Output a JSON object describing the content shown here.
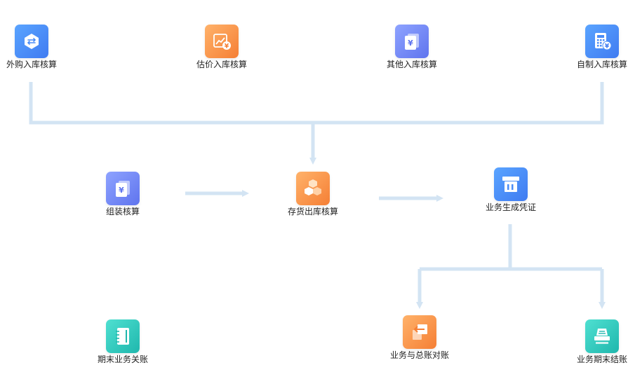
{
  "nodes": {
    "wai_gou": {
      "label": "外购入库核算",
      "icon": "exchange-hexagon-icon"
    },
    "gu_jia": {
      "label": "估价入库核算",
      "icon": "chart-yen-icon"
    },
    "qi_ta": {
      "label": "其他入库核算",
      "icon": "document-yen-icon"
    },
    "zi_zhi": {
      "label": "自制入库核算",
      "icon": "calculator-yen-icon"
    },
    "zu_zhuang": {
      "label": "组装核算",
      "icon": "document-yen-icon"
    },
    "cun_huo": {
      "label": "存货出库核算",
      "icon": "boxes-icon"
    },
    "sheng_cheng": {
      "label": "业务生成凭证",
      "icon": "voucher-printer-icon"
    },
    "guan_zhang": {
      "label": "期末业务关账",
      "icon": "notebook-icon"
    },
    "dui_zhang": {
      "label": "业务与总账对账",
      "icon": "arrow-compare-icon"
    },
    "jie_zhang": {
      "label": "业务期末结账",
      "icon": "printer-tray-icon"
    }
  },
  "colors": {
    "connector": "#d3e4f3",
    "blue": "#4a8cf7",
    "orange": "#f89a4c",
    "purple": "#6f82f2",
    "teal": "#2fcabd"
  }
}
